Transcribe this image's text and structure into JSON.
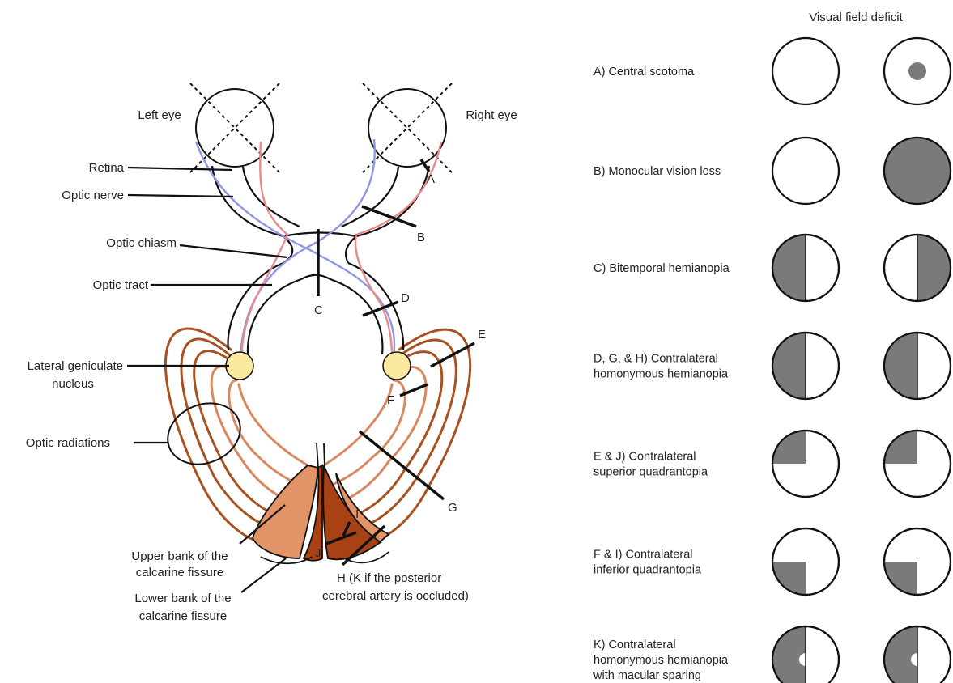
{
  "colors": {
    "nasal_fiber": "#8e96e6",
    "temporal_fiber": "#e88a8a",
    "radiation_outer": "#a8501e",
    "radiation_inner": "#d9875e",
    "cortex_dark": "#a84214",
    "cortex_light": "#e09468",
    "lgn": "#fbe9a0",
    "deficit": "#7a7a7a"
  },
  "anatomy": {
    "left_eye": "Left eye",
    "right_eye": "Right eye",
    "retina": "Retina",
    "optic_nerve": "Optic nerve",
    "optic_chiasm": "Optic chiasm",
    "optic_tract": "Optic tract",
    "lgn_line1": "Lateral geniculate",
    "lgn_line2": "nucleus",
    "optic_radiations": "Optic radiations",
    "upper_bank_line1": "Upper bank of the",
    "upper_bank_line2": "calcarine fissure",
    "lower_bank_line1": "Lower bank of the",
    "lower_bank_line2": "calcarine fissure"
  },
  "lesions": {
    "A": "A",
    "B": "B",
    "C": "C",
    "D": "D",
    "E": "E",
    "F": "F",
    "G": "G",
    "I": "I",
    "J": "J",
    "H_line1": "H (K if the posterior",
    "H_line2": "cerebral artery is occluded)"
  },
  "deficit_header": "Visual field deficit",
  "deficits": [
    {
      "lines": [
        "A) Central scotoma"
      ],
      "left": "none",
      "right": "central"
    },
    {
      "lines": [
        "B) Monocular vision loss"
      ],
      "left": "none",
      "right": "full"
    },
    {
      "lines": [
        "C) Bitemporal hemianopia"
      ],
      "left": "left_half",
      "right": "right_half"
    },
    {
      "lines": [
        "D, G, & H) Contralateral",
        "homonymous hemianopia"
      ],
      "left": "left_half",
      "right": "left_half"
    },
    {
      "lines": [
        "E & J) Contralateral",
        "superior quadrantopia"
      ],
      "left": "upper_left",
      "right": "upper_left"
    },
    {
      "lines": [
        "F & I) Contralateral",
        "inferior quadrantopia"
      ],
      "left": "lower_left",
      "right": "lower_left"
    },
    {
      "lines": [
        "K) Contralateral",
        "homonymous hemianopia",
        "with macular sparing"
      ],
      "left": "left_half_sparing",
      "right": "left_half_sparing"
    }
  ]
}
